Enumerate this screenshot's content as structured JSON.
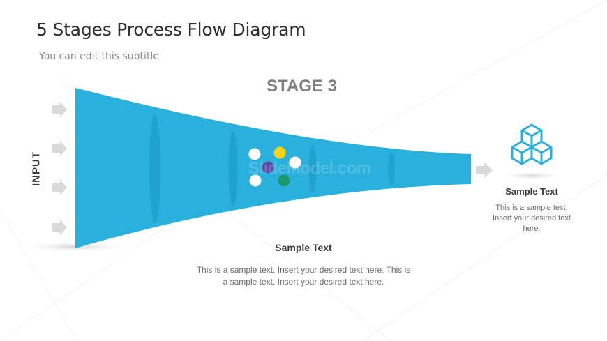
{
  "slide": {
    "title": "5 Stages Process Flow Diagram",
    "subtitle": "You can edit this subtitle"
  },
  "diagram": {
    "stage_label": "STAGE 3",
    "input_label": "INPUT",
    "watermark": "SlideModel.com",
    "colors": {
      "funnel": "#2ab0dd",
      "arrow": "#d9d9d9",
      "icon": "#2ab0dd"
    },
    "dots": [
      {
        "color": "#ffffff"
      },
      {
        "color": "#f5d31a"
      },
      {
        "color": "#5a4bab"
      },
      {
        "color": "#ffffff"
      },
      {
        "color": "#ffffff"
      },
      {
        "color": "#1a9a6c"
      }
    ],
    "input_arrow_count": 4,
    "output_icon": "cubes-icon"
  },
  "center_text": {
    "heading": "Sample Text",
    "body": "This is a sample  text. Insert your desired text here. This is a sample  text. Insert your desired text here."
  },
  "right_text": {
    "heading": "Sample Text",
    "body": "This is a sample text. Insert your desired text here."
  }
}
